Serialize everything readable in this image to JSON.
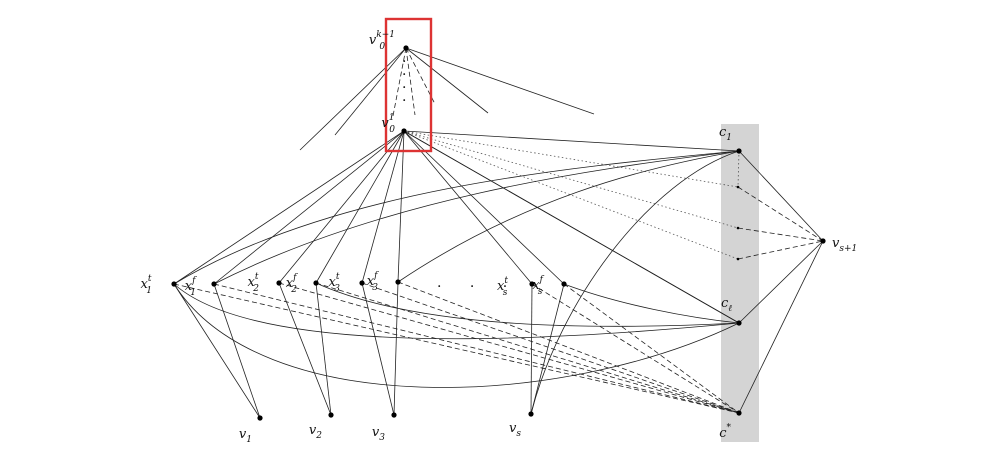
{
  "diagram": {
    "nodes": [
      {
        "id": "v0k",
        "base": "v",
        "sub": "0",
        "sup": "k−1"
      },
      {
        "id": "v01",
        "base": "v",
        "sub": "0",
        "sup": "1"
      },
      {
        "id": "x1t",
        "base": "x",
        "sub": "1",
        "sup": "t"
      },
      {
        "id": "x1f",
        "base": "x",
        "sub": "1",
        "sup": "f"
      },
      {
        "id": "x2t",
        "base": "x",
        "sub": "2",
        "sup": "t"
      },
      {
        "id": "x2f",
        "base": "x",
        "sub": "2",
        "sup": "f"
      },
      {
        "id": "x3t",
        "base": "x",
        "sub": "3",
        "sup": "t"
      },
      {
        "id": "x3f",
        "base": "x",
        "sub": "3",
        "sup": "f"
      },
      {
        "id": "xst",
        "base": "x",
        "sub": "s",
        "sup": "t"
      },
      {
        "id": "xsf",
        "base": "x",
        "sub": "s",
        "sup": "f"
      },
      {
        "id": "v1",
        "base": "v",
        "sub": "1",
        "sup": ""
      },
      {
        "id": "v2",
        "base": "v",
        "sub": "2",
        "sup": ""
      },
      {
        "id": "v3",
        "base": "v",
        "sub": "3",
        "sup": ""
      },
      {
        "id": "vs",
        "base": "v",
        "sub": "s",
        "sup": ""
      },
      {
        "id": "c1",
        "base": "c",
        "sub": "1",
        "sup": ""
      },
      {
        "id": "cl",
        "base": "c",
        "sub": "ℓ",
        "sup": ""
      },
      {
        "id": "cstar",
        "base": "c",
        "sub": "",
        "sup": "*"
      },
      {
        "id": "vs1",
        "base": "v",
        "sub": "s+1",
        "sup": ""
      }
    ],
    "dots_vertical": "·",
    "dots_horizontal": ". . ."
  },
  "colors": {
    "highlight_box": "#dd3333",
    "clause_band": "#d4d4d4",
    "edge": "#222222",
    "node": "#000000"
  }
}
